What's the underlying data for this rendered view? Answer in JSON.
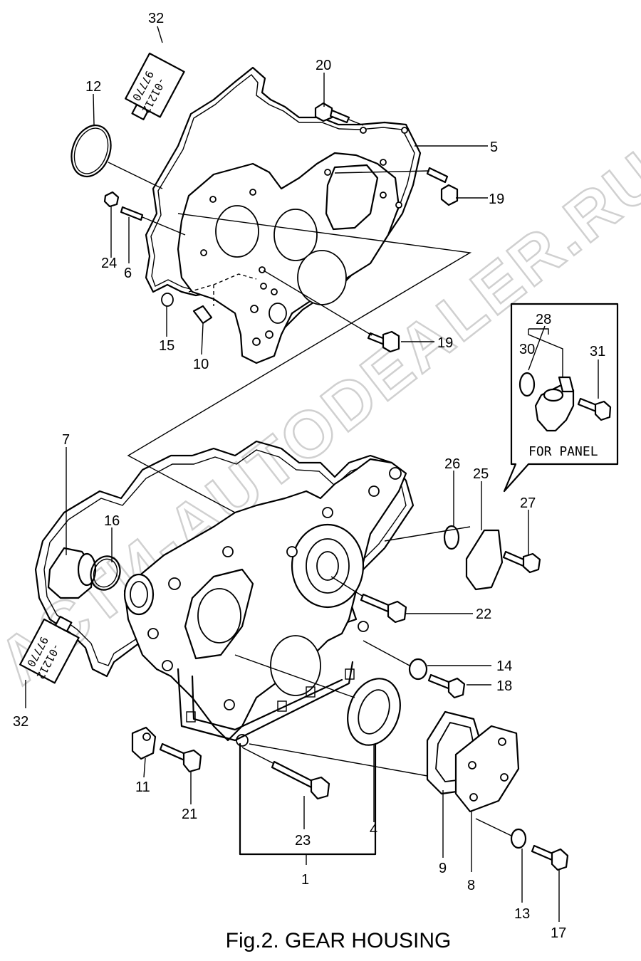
{
  "caption": "Fig.2.  GEAR HOUSING",
  "watermark": "АСТИ-AUTODEALER.RU",
  "panel_note": "FOR PANEL",
  "sealant_tube_code": [
    "97770",
    "-01212"
  ],
  "callouts": {
    "c1": "1",
    "c4": "4",
    "c5": "5",
    "c6": "6",
    "c7": "7",
    "c8": "8",
    "c9": "9",
    "c10": "10",
    "c11": "11",
    "c12": "12",
    "c13": "13",
    "c14": "14",
    "c15": "15",
    "c16": "16",
    "c17": "17",
    "c18": "18",
    "c19a": "19",
    "c19b": "19",
    "c20": "20",
    "c21": "21",
    "c22": "22",
    "c23": "23",
    "c24": "24",
    "c25": "25",
    "c26": "26",
    "c27": "27",
    "c28": "28",
    "c30": "30",
    "c31": "31",
    "c32a": "32",
    "c32b": "32"
  }
}
